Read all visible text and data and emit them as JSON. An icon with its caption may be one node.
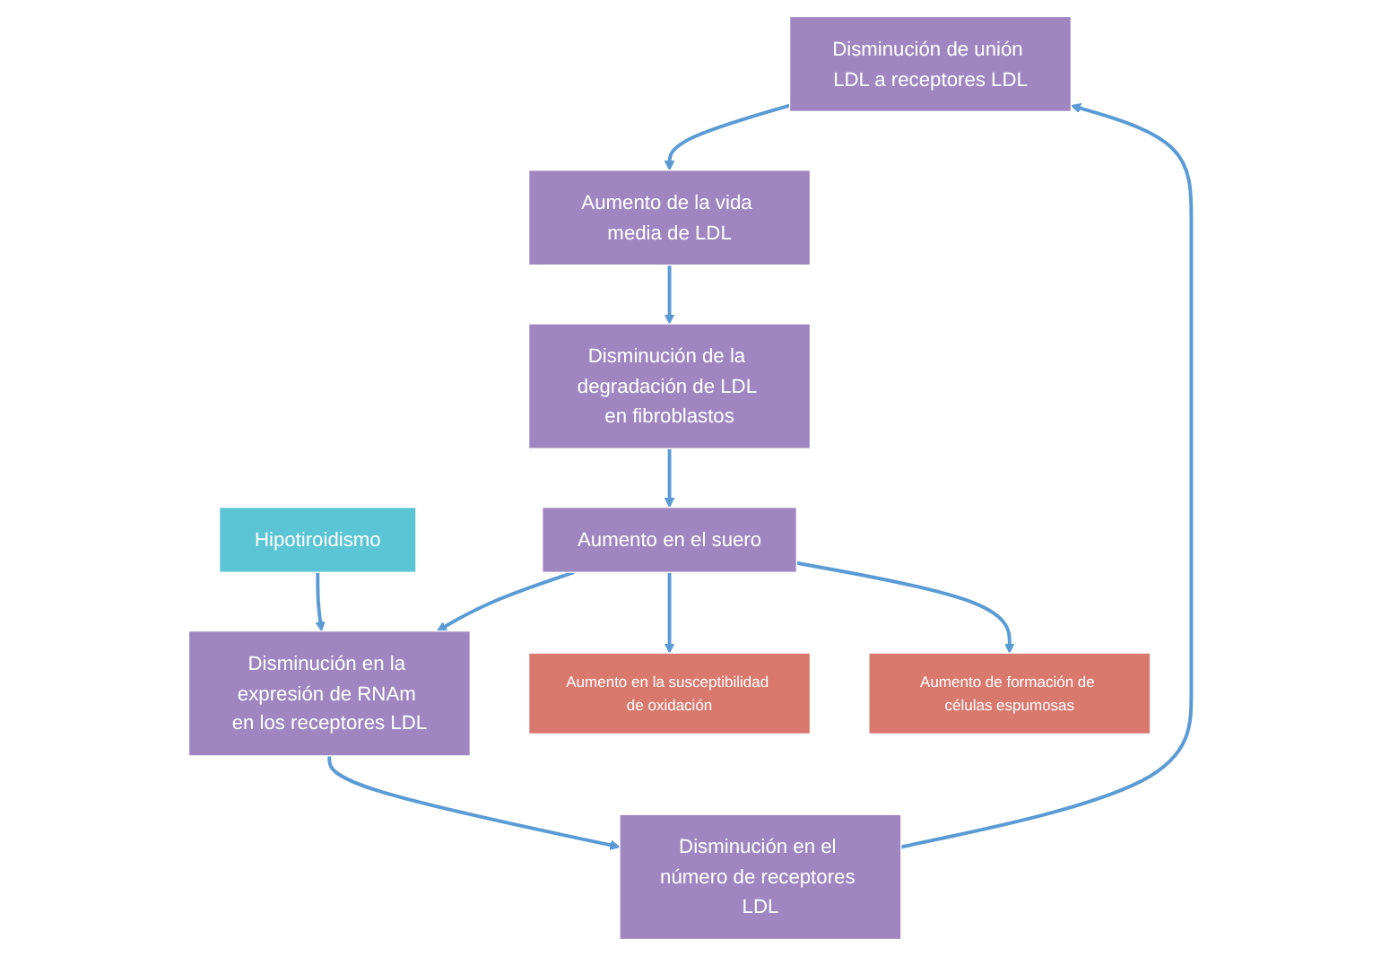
{
  "diagram": {
    "nodes": [
      {
        "text": [
          "Disminución de unión LDL a receptores LDL"
        ]
      },
      {
        "text": [
          "Disminución en el número de receptores LDL"
        ]
      },
      {
        "text": [
          "Aumento de la vida media de LDL"
        ]
      },
      {
        "text": [
          "Hipotiroidismo"
        ]
      },
      {
        "text": [
          "Disminución en la expresión de RNAm en los receptores LDL"
        ]
      },
      {
        "text": [
          "Disminución de la degradación de LDL en fibroblastos"
        ]
      },
      {
        "text": [
          "Aumento en el suero"
        ]
      },
      {
        "text": [
          "Aumento en la susceptibilidad de oxidación"
        ]
      },
      {
        "text": [
          "Aumento de formación de células espumosas"
        ]
      }
    ],
    "edges": [
      {
        "from": 1,
        "to": 0,
        "arrow": "to"
      },
      {
        "from": 0,
        "to": 2,
        "arrow": "to"
      },
      {
        "from": 2,
        "to": 5,
        "arrow": "to"
      },
      {
        "from": 5,
        "to": 6,
        "arrow": "to"
      },
      {
        "from": 6,
        "to": 4,
        "arrow": "to"
      },
      {
        "from": 4,
        "to": 1,
        "arrow": "to"
      },
      {
        "from": 3,
        "to": 4,
        "arrow": "to"
      },
      {
        "from": 6,
        "to": 7,
        "arrow": "to"
      },
      {
        "from": 6,
        "to": 8,
        "arrow": "to"
      }
    ]
  }
}
